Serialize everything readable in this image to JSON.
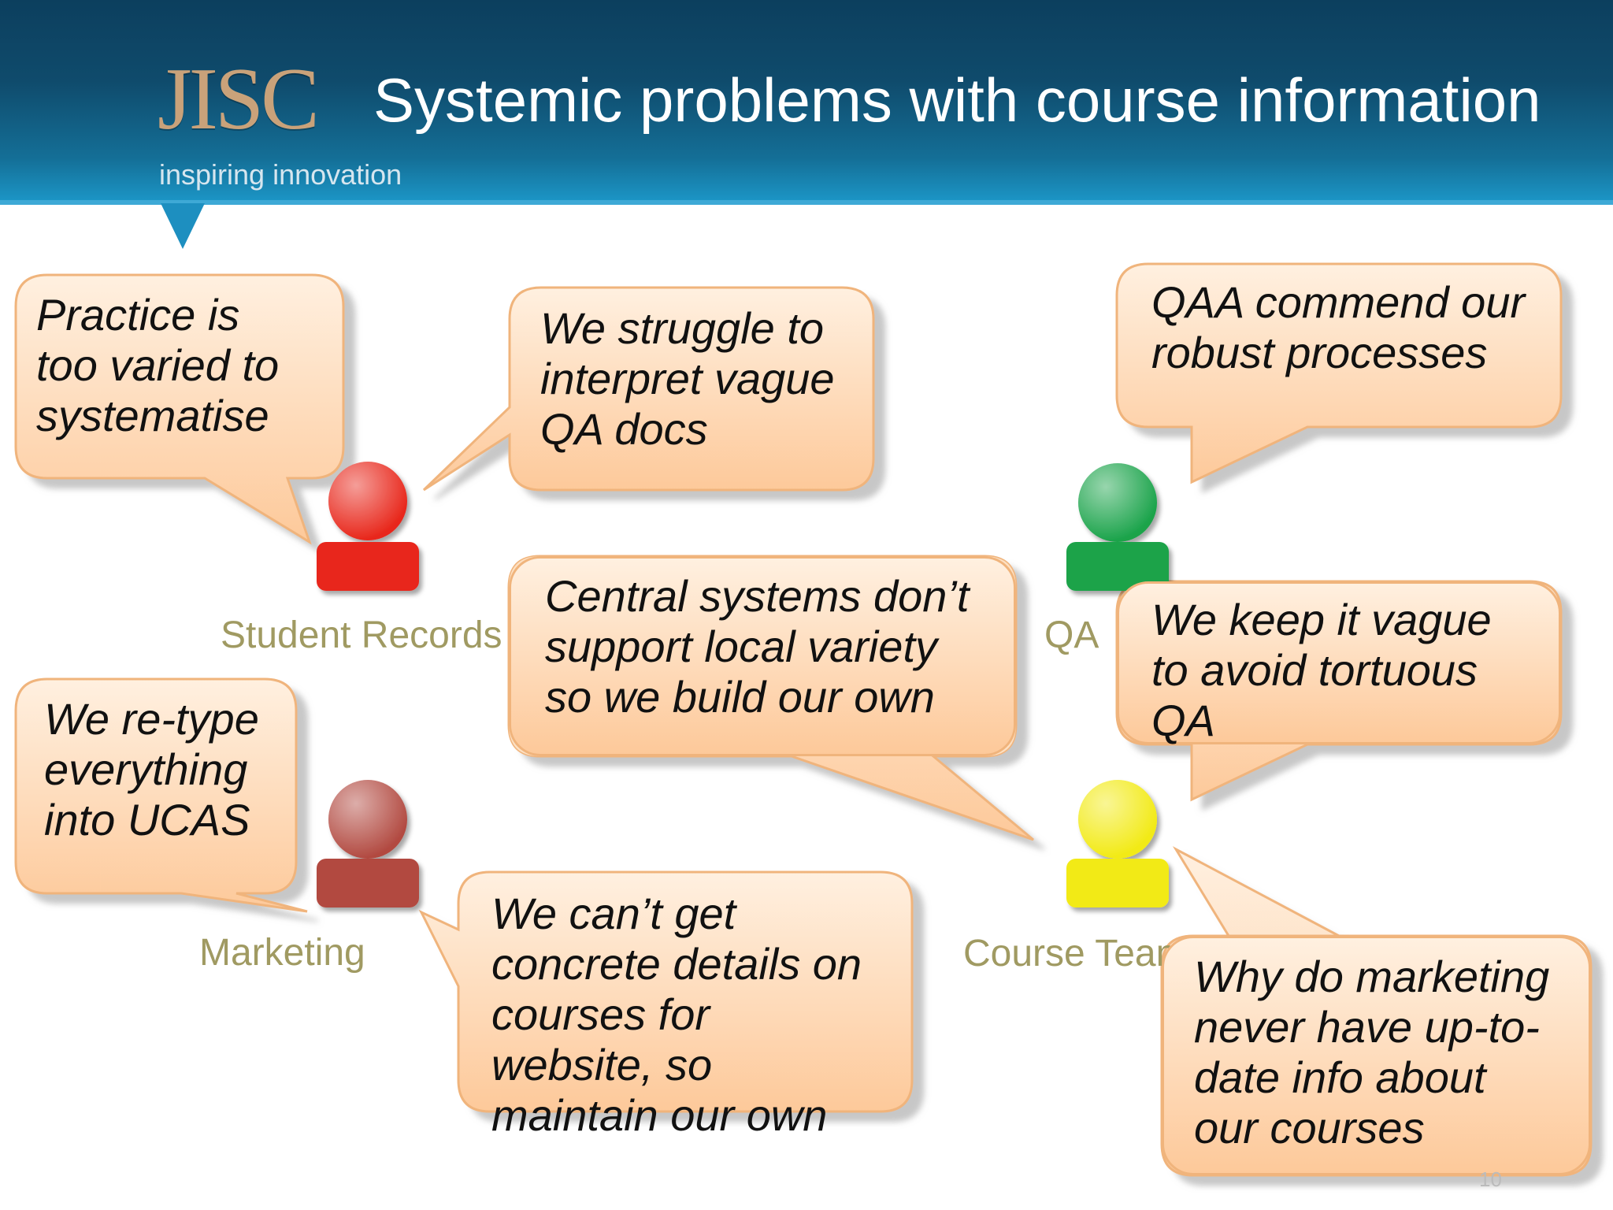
{
  "header": {
    "logo_text": "JISC",
    "logo_tagline": "inspiring innovation",
    "title": "Systemic problems with course information"
  },
  "roles": [
    {
      "label": "Student Records",
      "color": "#e8271b"
    },
    {
      "label": "QA",
      "color": "#1aa34a"
    },
    {
      "label": "Marketing",
      "color": "#b24a41"
    },
    {
      "label": "Course Team",
      "color": "#f2ea14"
    }
  ],
  "bubbles": {
    "practice_varied": [
      "Practice is",
      "too varied to",
      "systematise"
    ],
    "struggle_interpret": [
      "We struggle to",
      "interpret vague",
      "QA docs"
    ],
    "qaa_commend": [
      "QAA commend our",
      "robust processes"
    ],
    "central_systems": [
      "Central systems don’t",
      "support local variety",
      "so we build our own"
    ],
    "keep_vague": [
      "We keep it vague",
      "to avoid tortuous",
      "QA"
    ],
    "retype_ucas": [
      "We re-type",
      "everything",
      "into UCAS"
    ],
    "cant_get_details": [
      "We can’t get",
      "concrete details on",
      "courses for",
      "website, so",
      "maintain our own"
    ],
    "why_marketing": [
      "Why do marketing",
      "never have up-to-",
      "date info about",
      "our courses"
    ]
  },
  "colors": {
    "bubble_fill_top": "#fff0e0",
    "bubble_fill_bottom": "#fdc99a",
    "bubble_stroke": "#f0b47c",
    "header_dark": "#0c3f5e",
    "header_light": "#1c97c8",
    "label_color": "#a09a62"
  },
  "page_number": "10"
}
